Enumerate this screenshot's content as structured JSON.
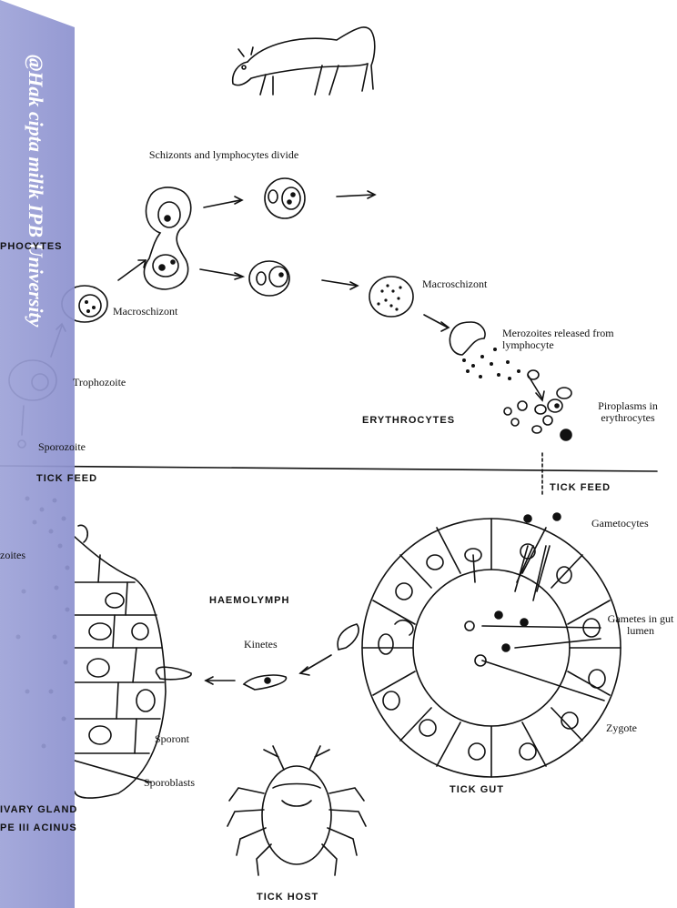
{
  "labels": {
    "schizonts": "Schizonts and lymphocytes divide",
    "lymphocytes": "PHOCYTES",
    "macroschizont_left": "Macroschizont",
    "trophozoite": "Trophozoite",
    "sporozoite": "Sporozoite",
    "macroschizont_right": "Macroschizont",
    "merozoites": "Merozoites released from lymphocyte",
    "erythrocytes": "ERYTHROCYTES",
    "piroplasms": "Piroplasms in erythrocytes",
    "tick_feed_left": "TICK FEED",
    "tick_feed_right": "TICK FEED",
    "gametocytes": "Gametocytes",
    "sporozoites_left": "zoites",
    "haemolymph": "HAEMOLYMPH",
    "kinetes": "Kinetes",
    "gametes": "Gametes in gut lumen",
    "zygote": "Zygote",
    "sporont": "Sporont",
    "sporoblasts": "Sporoblasts",
    "salivary_gland": "IVARY GLAND",
    "acinus": "PE III ACINUS",
    "tick_gut": "TICK GUT",
    "tick_host": "TICK HOST"
  },
  "watermark": {
    "text": "@Hak cipta milik IPB University",
    "color": "#8f94d0"
  },
  "colors": {
    "ink": "#111111",
    "paper": "#ffffff"
  }
}
